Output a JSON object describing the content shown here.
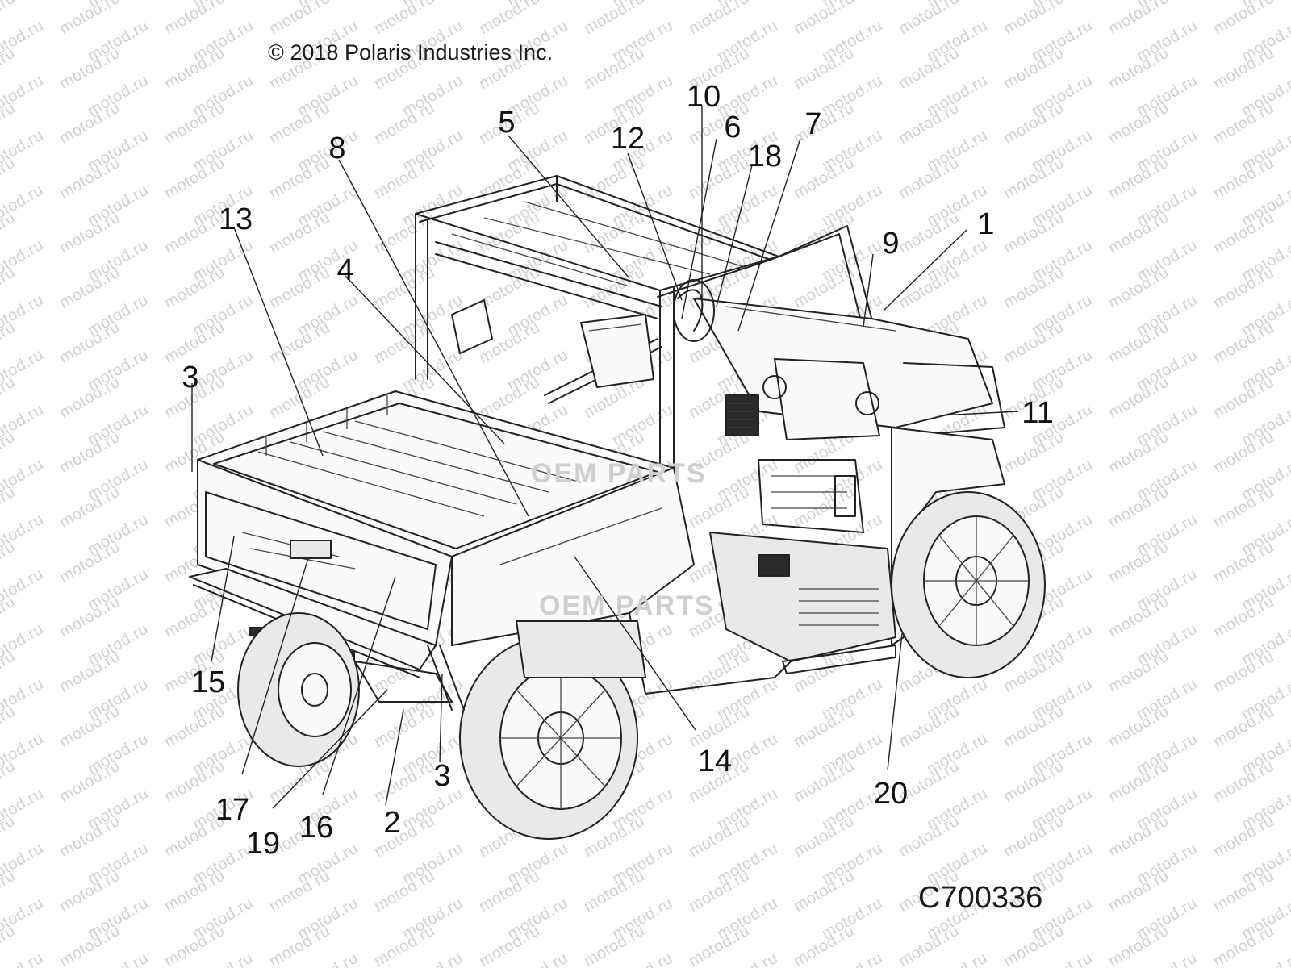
{
  "copyright": "© 2018 Polaris Industries Inc.",
  "diagram_code": "C700336",
  "watermark_text": "motod.ru",
  "brand_watermark": "OEM PARTS",
  "callouts": [
    {
      "id": "c1",
      "label": "1"
    },
    {
      "id": "c2",
      "label": "2"
    },
    {
      "id": "c3a",
      "label": "3"
    },
    {
      "id": "c3b",
      "label": "3"
    },
    {
      "id": "c4",
      "label": "4"
    },
    {
      "id": "c5",
      "label": "5"
    },
    {
      "id": "c6",
      "label": "6"
    },
    {
      "id": "c7",
      "label": "7"
    },
    {
      "id": "c8",
      "label": "8"
    },
    {
      "id": "c9",
      "label": "9"
    },
    {
      "id": "c10",
      "label": "10"
    },
    {
      "id": "c11",
      "label": "11"
    },
    {
      "id": "c12",
      "label": "12"
    },
    {
      "id": "c13",
      "label": "13"
    },
    {
      "id": "c14",
      "label": "14"
    },
    {
      "id": "c15",
      "label": "15"
    },
    {
      "id": "c16",
      "label": "16"
    },
    {
      "id": "c17",
      "label": "17"
    },
    {
      "id": "c18",
      "label": "18"
    },
    {
      "id": "c19",
      "label": "19"
    },
    {
      "id": "c20",
      "label": "20"
    }
  ]
}
